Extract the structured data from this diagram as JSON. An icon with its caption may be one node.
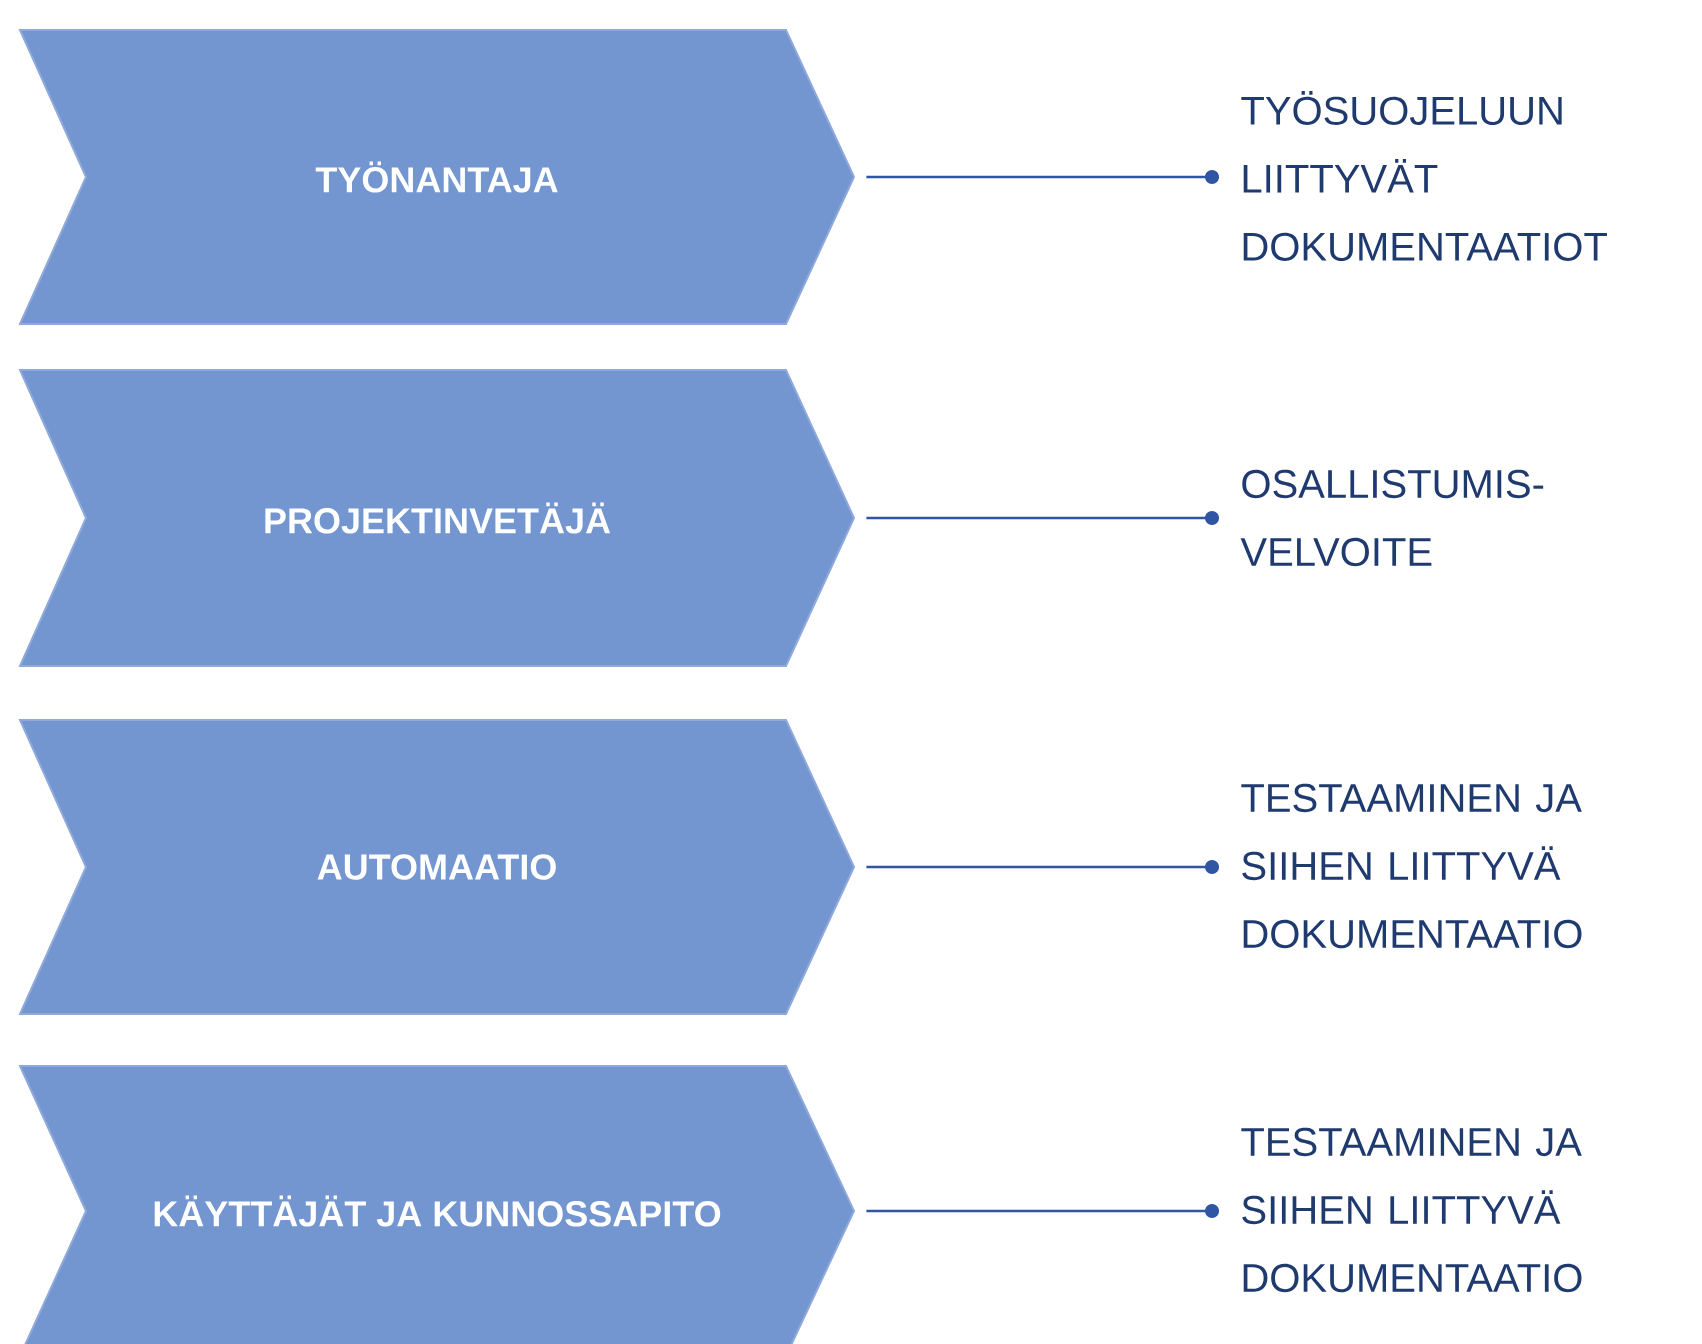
{
  "diagram": {
    "nodes": [
      {
        "text": [
          "TYÖNANTAJA"
        ]
      },
      {
        "text": [
          "PROJEKTINVETÄJÄ"
        ]
      },
      {
        "text": [
          "AUTOMAATIO"
        ]
      },
      {
        "text": [
          "KÄYTTÄJÄT JA KUNNOSSAPITO"
        ]
      },
      {
        "text": [
          "TYÖSUOJELUUN LIITTYVÄT DOKUMENTAATIOT"
        ]
      },
      {
        "text": [
          "OSALLISTUMIS- VELVOITE"
        ]
      },
      {
        "text": [
          "TESTAAMINEN JA SIIHEN LIITTYVÄ DOKUMENTAATIO"
        ]
      },
      {
        "text": [
          "TESTAAMINEN JA SIIHEN LIITTYVÄ DOKUMENTAATIO"
        ]
      }
    ],
    "edges": [
      {
        "from": 0,
        "to": 4,
        "arrow": "other"
      },
      {
        "from": 1,
        "to": 5,
        "arrow": "other"
      },
      {
        "from": 2,
        "to": 6,
        "arrow": "other"
      },
      {
        "from": 3,
        "to": 7,
        "arrow": "other"
      }
    ]
  }
}
